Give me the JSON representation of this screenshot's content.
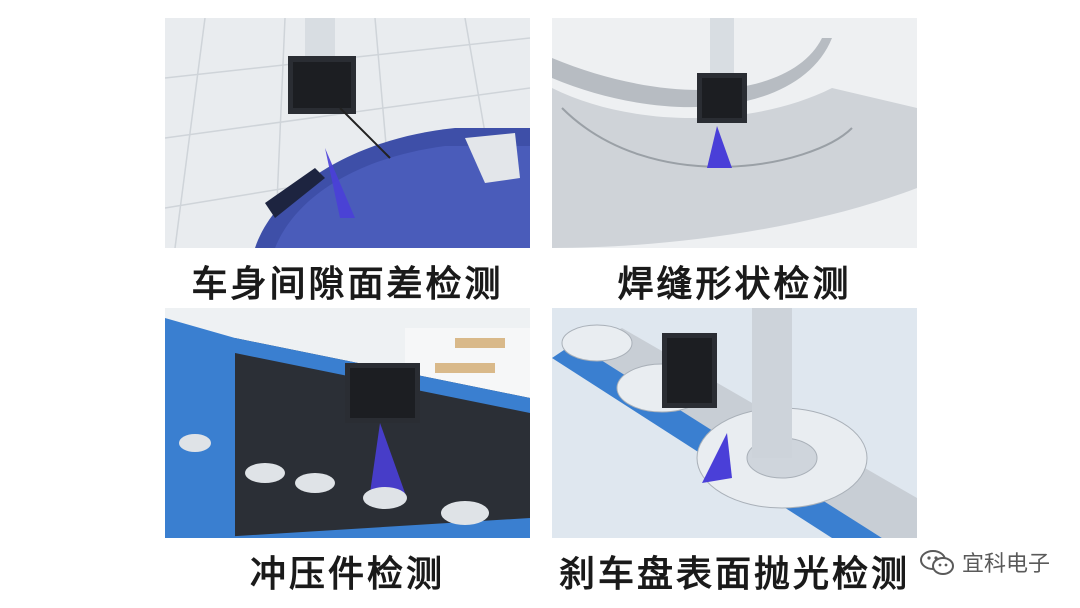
{
  "panels": [
    {
      "caption": "车身间隙面差检测",
      "icon": "car-body-gap-scan-illustration"
    },
    {
      "caption": "焊缝形状检测",
      "icon": "weld-seam-scan-illustration"
    },
    {
      "caption": "冲压件检测",
      "icon": "stamped-part-conveyor-scan-illustration"
    },
    {
      "caption": "刹车盘表面抛光检测",
      "icon": "brake-disc-roller-scan-illustration"
    }
  ],
  "watermark": {
    "text": "宜科电子",
    "icon": "wechat-icon"
  },
  "colors": {
    "laser": "#4a3fd8",
    "conveyor_blue": "#3a7fd0",
    "car_blue": "#3e4fa8",
    "caption": "#1a1a1a"
  }
}
